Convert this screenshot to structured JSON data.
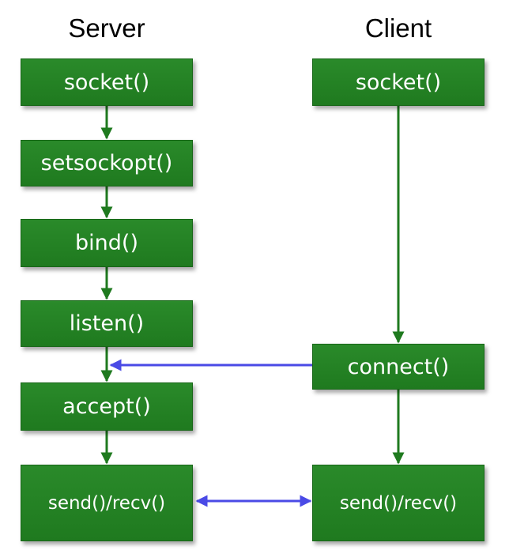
{
  "titles": {
    "server": "Server",
    "client": "Client"
  },
  "server": {
    "socket": "socket()",
    "setsockopt": "setsockopt()",
    "bind": "bind()",
    "listen": "listen()",
    "accept": "accept()",
    "send_recv": "send()/recv()"
  },
  "client": {
    "socket": "socket()",
    "connect": "connect()",
    "send_recv": "send()/recv()"
  },
  "colors": {
    "box_fill": "#1f7a1f",
    "flow_arrow": "#1f7a1f",
    "message_arrow": "#4a4ae6",
    "box_text": "#ffffff"
  }
}
